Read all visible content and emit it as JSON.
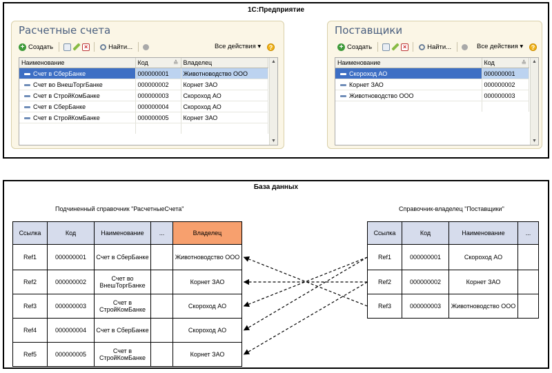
{
  "top_frame_title": "1С:Предприятие",
  "accounts_window": {
    "title": "Расчетные счета",
    "create": "Создать",
    "find": "Найти...",
    "all_actions": "Все действия ▾",
    "columns": [
      "Наименование",
      "Код",
      "Владелец"
    ],
    "rows": [
      {
        "name": "Счет в СберБанке",
        "code": "000000001",
        "owner": "Животноводство ООО"
      },
      {
        "name": "Счет во ВнешТоргБанке",
        "code": "000000002",
        "owner": "Корнет ЗАО"
      },
      {
        "name": "Счет в СтройКомБанке",
        "code": "000000003",
        "owner": "Скороход АО"
      },
      {
        "name": "Счет в СберБанке",
        "code": "000000004",
        "owner": "Скороход АО"
      },
      {
        "name": "Счет в СтройКомБанке",
        "code": "000000005",
        "owner": "Корнет ЗАО"
      }
    ],
    "selected_row": 0
  },
  "suppliers_window": {
    "title": "Поставщики",
    "create": "Создать",
    "find": "Найти...",
    "all_actions": "Все действия ▾",
    "columns": [
      "Наименование",
      "Код"
    ],
    "rows": [
      {
        "name": "Скороход АО",
        "code": "000000001"
      },
      {
        "name": "Корнет ЗАО",
        "code": "000000002"
      },
      {
        "name": "Животноводство ООО",
        "code": "000000003"
      }
    ],
    "selected_row": 0
  },
  "db_frame_title": "База данных",
  "sub_caption": "Подчиненный справочник \"РасчетныеСчета\"",
  "owner_caption": "Справочник-владелец \"Поставщики\"",
  "sub_table": {
    "headers": [
      "Ссылка",
      "Код",
      "Наименование",
      "...",
      "Владелец"
    ],
    "rows": [
      [
        "Ref1",
        "000000001",
        "Счет в СберБанке",
        "",
        "Животноводство ООО"
      ],
      [
        "Ref2",
        "000000002",
        "Счет во ВнешТоргБанке",
        "",
        "Корнет ЗАО"
      ],
      [
        "Ref3",
        "000000003",
        "Счет в СтройКомБанке",
        "",
        "Скороход АО"
      ],
      [
        "Ref4",
        "000000004",
        "Счет в СберБанке",
        "",
        "Скороход АО"
      ],
      [
        "Ref5",
        "000000005",
        "Счет в СтройКомБанке",
        "",
        "Корнет ЗАО"
      ]
    ]
  },
  "owner_table": {
    "headers": [
      "Ссылка",
      "Код",
      "Наименование",
      "..."
    ],
    "rows": [
      [
        "Ref1",
        "000000001",
        "Скороход АО",
        ""
      ],
      [
        "Ref2",
        "000000002",
        "Корнет ЗАО",
        ""
      ],
      [
        "Ref3",
        "000000003",
        "Животноводство ООО",
        ""
      ]
    ]
  },
  "links": [
    {
      "from_row": 0,
      "to_row": 2
    },
    {
      "from_row": 1,
      "to_row": 1
    },
    {
      "from_row": 2,
      "to_row": 0
    },
    {
      "from_row": 3,
      "to_row": 0
    },
    {
      "from_row": 4,
      "to_row": 1
    }
  ],
  "colors": {
    "owner_header": "#f7a06e",
    "header": "#d6dcec",
    "selection": "#3d6fc4"
  }
}
